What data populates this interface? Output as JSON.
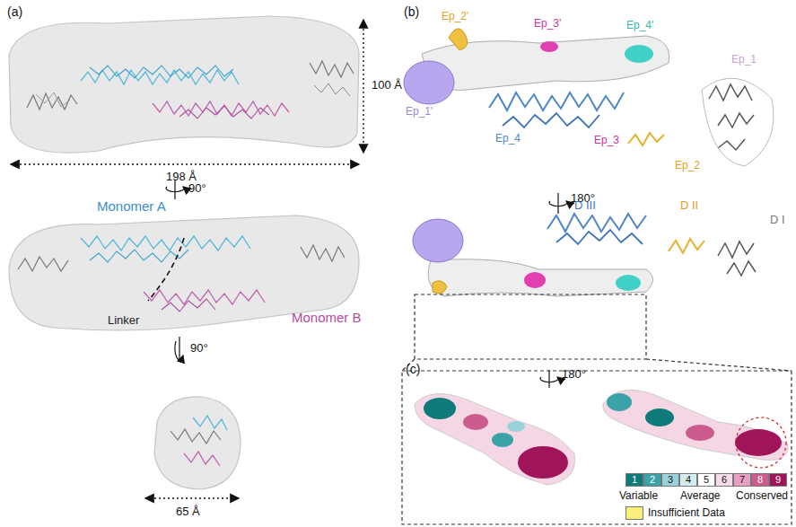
{
  "diagram": {
    "labels": [
      "(a)",
      "100 Å",
      "198 Å",
      "90°",
      "Monomer A",
      "Linker",
      "Monomer B",
      "90°",
      "65 Å",
      "(b)",
      "Ep_2'",
      "Ep_3'",
      "Ep_4'",
      "Ep_1'",
      "Ep_1",
      "Ep_4",
      "Ep_3",
      "Ep_2",
      "180°",
      "D III",
      "D II",
      "D I",
      "(c)",
      "180°",
      "Variable",
      "Average",
      "Conserved"
    ],
    "legend": [
      {
        "text": "1",
        "color": "#0e7a7a"
      },
      {
        "text": "2",
        "color": "#3aa3a8"
      },
      {
        "text": "3",
        "color": "#98d2d8"
      },
      {
        "text": "4",
        "color": "#d4ecef"
      },
      {
        "text": "5",
        "color": "#ffffff"
      },
      {
        "text": "6",
        "color": "#f7dbe8"
      },
      {
        "text": "7",
        "color": "#e7a0c2"
      },
      {
        "text": "8",
        "color": "#cc5b8e"
      },
      {
        "text": "9",
        "color": "#a0145a"
      },
      {
        "text": "Insufficient Data",
        "color": "#f8f07a"
      }
    ]
  }
}
